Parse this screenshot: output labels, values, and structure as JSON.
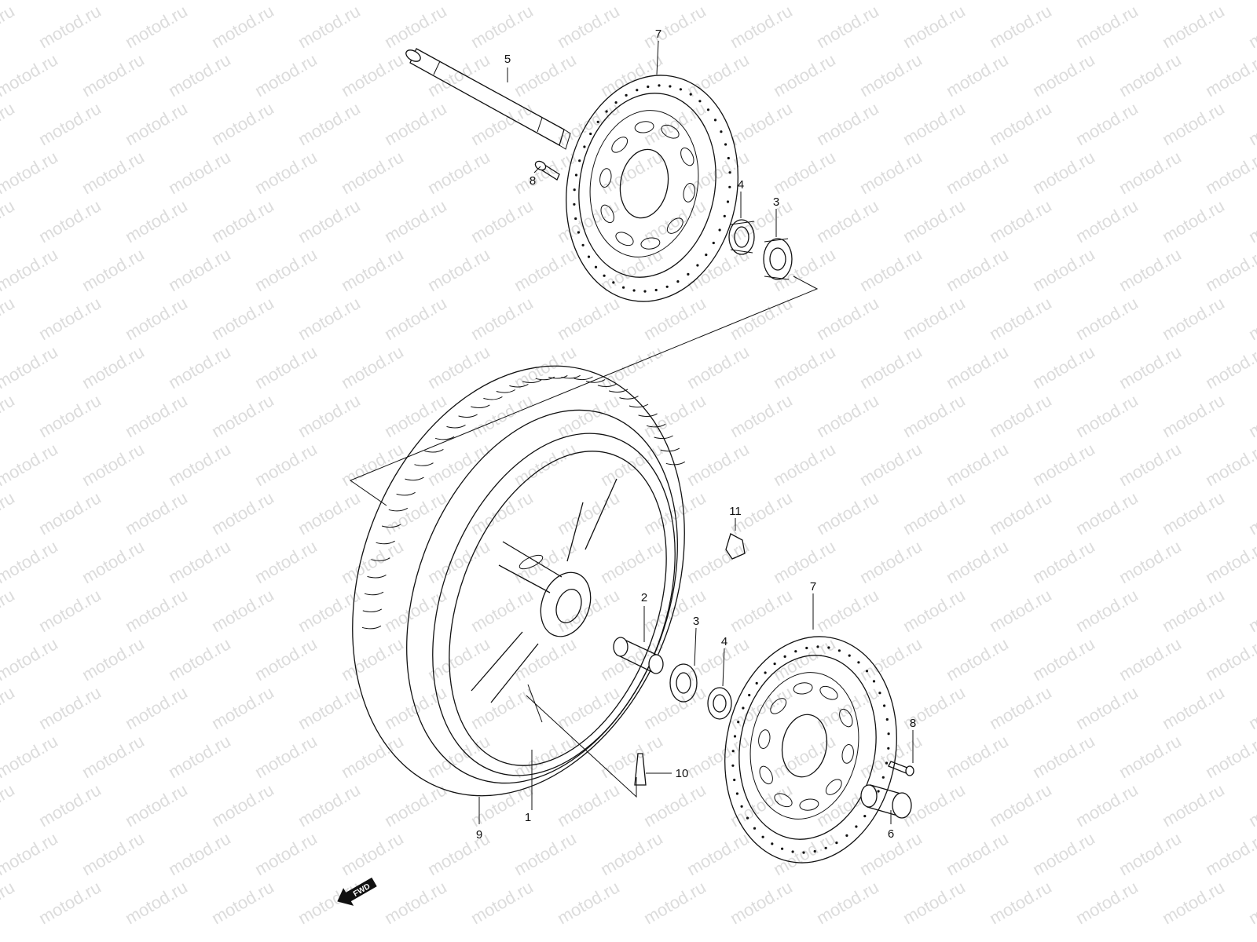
{
  "watermark": "motod.ru",
  "callouts": [
    {
      "id": "c1",
      "text": "1"
    },
    {
      "id": "c2",
      "text": "2"
    },
    {
      "id": "c3a",
      "text": "3"
    },
    {
      "id": "c3b",
      "text": "3"
    },
    {
      "id": "c4a",
      "text": "4"
    },
    {
      "id": "c4b",
      "text": "4"
    },
    {
      "id": "c5",
      "text": "5"
    },
    {
      "id": "c6",
      "text": "6"
    },
    {
      "id": "c7a",
      "text": "7"
    },
    {
      "id": "c7b",
      "text": "7"
    },
    {
      "id": "c8a",
      "text": "8"
    },
    {
      "id": "c8b",
      "text": "8"
    },
    {
      "id": "c9",
      "text": "9"
    },
    {
      "id": "c10",
      "text": "10"
    },
    {
      "id": "c11",
      "text": "11"
    }
  ],
  "fwd_label": "FWD"
}
